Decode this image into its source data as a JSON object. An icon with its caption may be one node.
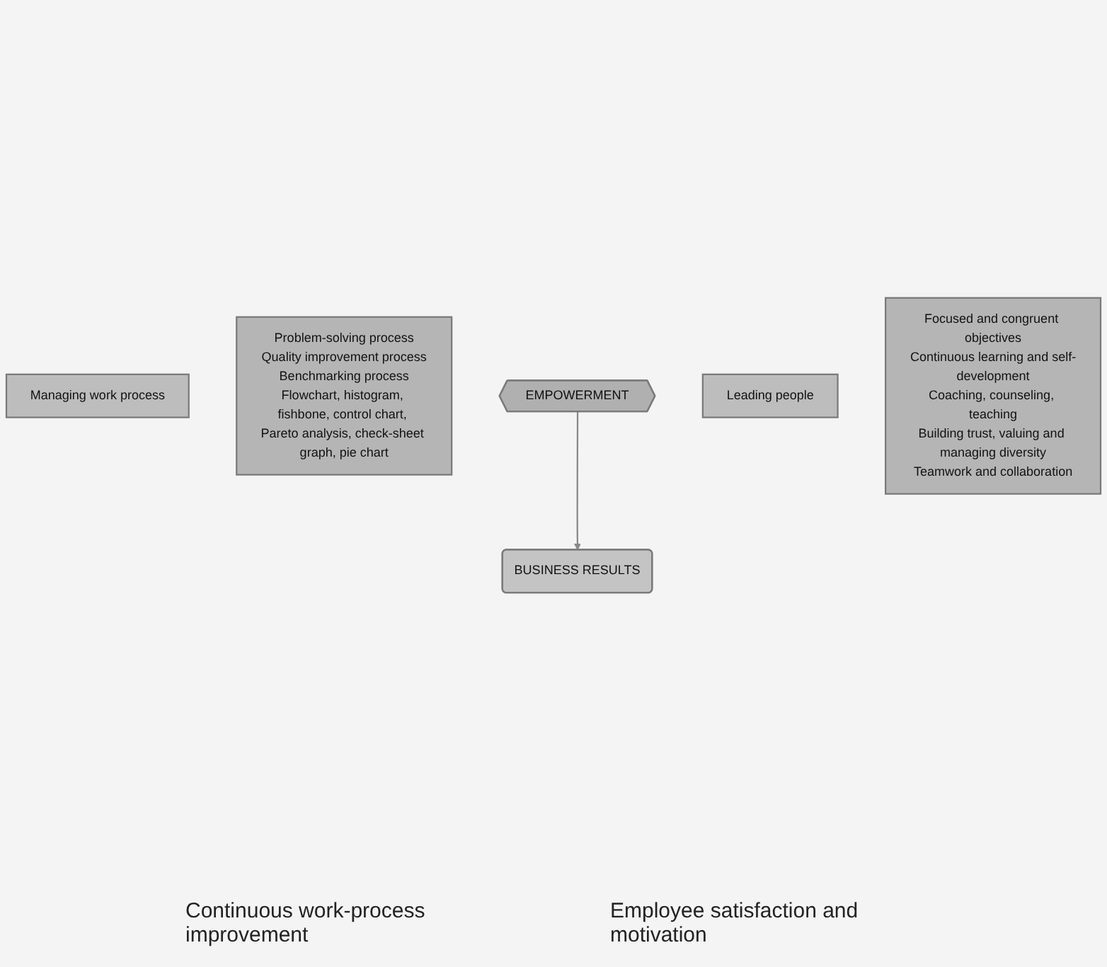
{
  "diagram": {
    "nodes": [
      {
        "text": [
          "Managing work process"
        ]
      },
      {
        "text": [
          "Problem-solving process",
          "Quality improvement process",
          "Benchmarking process",
          "Flowchart, histogram, fishbone, control chart, Pareto analysis, check-sheet graph, pie chart"
        ]
      },
      {
        "text": [
          "Leading people"
        ]
      },
      {
        "text": [
          "Focused and congruent objectives",
          "Continuous learning and self-development",
          "Coaching, counseling, teaching",
          "Building trust, valuing and managing diversity",
          "Teamwork and collaboration"
        ]
      },
      {
        "text": [
          "EMPOWERMENT"
        ]
      },
      {
        "text": [
          "BUSINESS RESULTS"
        ]
      }
    ],
    "edges": [
      {
        "from": 4,
        "to": 5,
        "arrow": "to"
      }
    ],
    "labels": [
      "Continuous work-process improvement",
      "Employee satisfaction and motivation"
    ]
  }
}
